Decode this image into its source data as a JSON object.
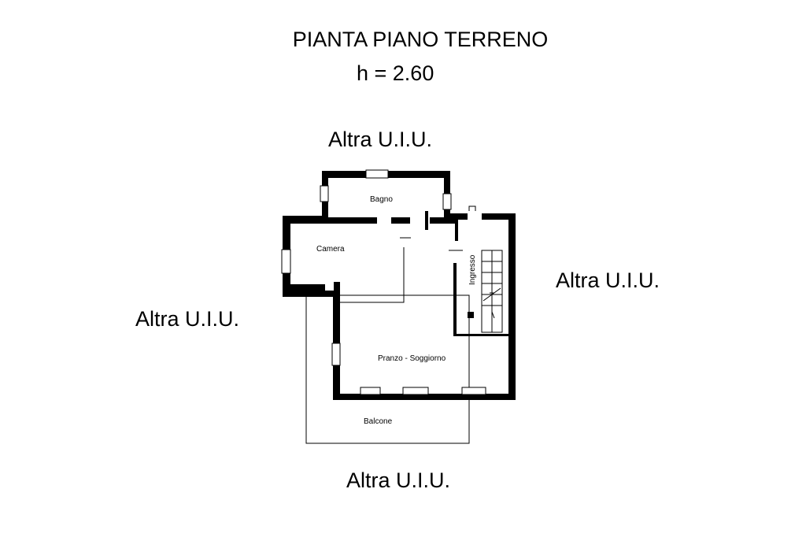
{
  "title": "PIANTA PIANO TERRENO",
  "height_label": "h = 2.60",
  "adjacent_units": {
    "top": "Altra U.I.U.",
    "right": "Altra U.I.U.",
    "left": "Altra U.I.U.",
    "bottom": "Altra U.I.U."
  },
  "rooms": {
    "bagno": "Bagno",
    "camera": "Camera",
    "ingresso": "Ingresso",
    "pranzo_soggiorno": "Pranzo - Soggiorno",
    "balcone": "Balcone"
  },
  "colors": {
    "ink": "#000000",
    "background": "#ffffff"
  }
}
